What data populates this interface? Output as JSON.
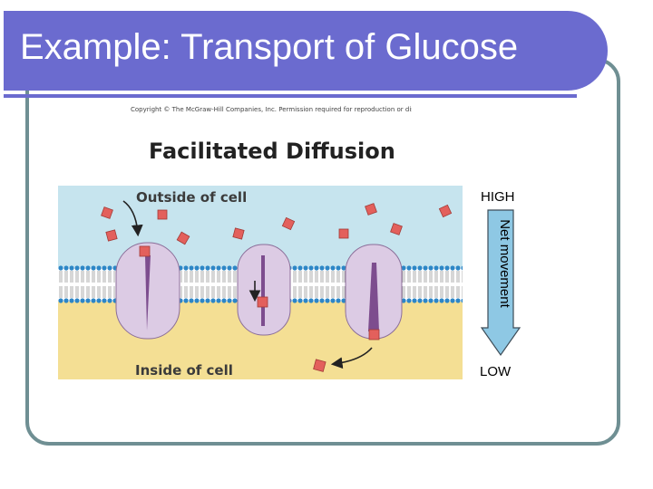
{
  "slide": {
    "title": "Example: Transport of Glucose",
    "colors": {
      "title_bar": "#6b6bcf",
      "frame": "#6f8f93"
    }
  },
  "figure": {
    "copyright": "Copyright © The McGraw-Hill Companies, Inc. Permission required for reproduction or display.",
    "title": "Facilitated Diffusion",
    "outside_label": "Outside of cell",
    "inside_label": "Inside of cell",
    "gradient": {
      "high_label": "HIGH",
      "low_label": "LOW",
      "arrow_label": "Net movement"
    },
    "colors": {
      "outside": "#c6e4ee",
      "inside": "#f4df94",
      "molecule": "#e3605c",
      "protein": "#dccbe4",
      "channel": "#7d4d8e",
      "arrow": "#8ec8e4"
    }
  }
}
